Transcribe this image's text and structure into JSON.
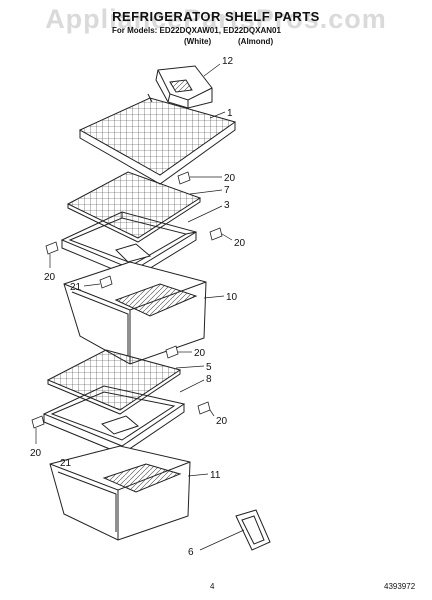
{
  "header": {
    "watermark": "AppliancePartsPros.com",
    "title": "REFRIGERATOR SHELF PARTS",
    "model_line": "For Models: ED22DQXAW01, ED22DQXAN01",
    "variant_white": "(White)",
    "variant_almond": "(Almond)"
  },
  "callouts": {
    "c12": "12",
    "c1": "1",
    "c20a": "20",
    "c7": "7",
    "c3": "3",
    "c20b": "20",
    "c20c": "20",
    "c21a": "21",
    "c10": "10",
    "c20d": "20",
    "c5": "5",
    "c8": "8",
    "c20e": "20",
    "c20f": "20",
    "c21b": "21",
    "c11": "11",
    "c6": "6"
  },
  "footer": {
    "page": "4",
    "code": "4393972"
  },
  "colors": {
    "line": "#222222",
    "background": "#ffffff"
  }
}
